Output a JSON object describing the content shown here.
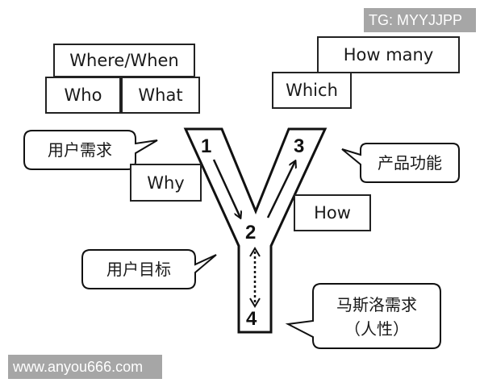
{
  "watermarks": {
    "top_right": "TG: MYYJJPP",
    "bottom_left": "www.anyou666.com"
  },
  "boxes": {
    "where_when": "Where/When",
    "who": "Who",
    "what": "What",
    "why": "Why",
    "how": "How",
    "which": "Which",
    "how_many": "How many"
  },
  "bubbles": {
    "user_needs": "用户需求",
    "user_goals": "用户目标",
    "product_features": "产品功能",
    "maslow_line1": "马斯洛需求",
    "maslow_line2": "（人性）"
  },
  "y_model": {
    "node_1": "1",
    "node_2": "2",
    "node_3": "3",
    "node_4": "4"
  }
}
